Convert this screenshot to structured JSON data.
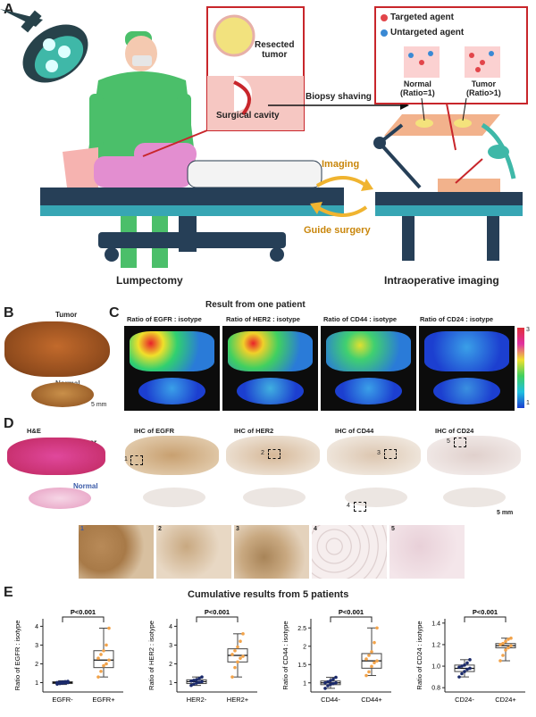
{
  "panelA": {
    "letter": "A",
    "resected_tumor": "Resected\ntumor",
    "surgical_cavity": "Surgical cavity",
    "biopsy_shaving": "Biopsy shaving",
    "targeted_agent": "Targeted agent",
    "untargeted_agent": "Untargeted agent",
    "normal_ratio": "Normal\n(Ratio=1)",
    "tumor_ratio": "Tumor\n(Ratio>1)",
    "imaging": "Imaging",
    "guide_surgery": "Guide surgery",
    "lumpectomy": "Lumpectomy",
    "intraoperative": "Intraoperative imaging"
  },
  "panelB": {
    "letter": "B",
    "tumor": "Tumor",
    "normal": "Normal",
    "scale": "5 mm"
  },
  "panelC": {
    "letter": "C",
    "title": "Result from one patient",
    "columns": [
      "Ratio of EGFR : isotype",
      "Ratio of HER2 : isotype",
      "Ratio of CD44 : isotype",
      "Ratio of CD24 : isotype"
    ],
    "colorbar_top": "3",
    "colorbar_bottom": "1"
  },
  "panelD": {
    "letter": "D",
    "columns": [
      "H&E",
      "IHC of EGFR",
      "IHC of HER2",
      "IHC of CD44",
      "IHC of CD24"
    ],
    "tumor": "Tumor",
    "normal": "Normal",
    "scale": "5 mm",
    "roi": [
      "1",
      "2",
      "3",
      "4",
      "5"
    ]
  },
  "panelE": {
    "letter": "E",
    "title": "Cumulative results from 5 patients",
    "colors": {
      "negative": "#1b2a6b",
      "positive": "#f2a34a",
      "box": "#444444"
    }
  },
  "chart_data": [
    {
      "type": "box",
      "ylabel": "Ratio of EGFR : isotype",
      "categories": [
        "EGFR-",
        "EGFR+"
      ],
      "yticks": [
        "1",
        "2",
        "3",
        "4"
      ],
      "ylim": [
        0.5,
        4.4
      ],
      "pvalue": "P<0.001",
      "boxes": [
        {
          "name": "EGFR-",
          "min": 0.9,
          "q1": 0.95,
          "median": 1.0,
          "q3": 1.05,
          "max": 1.1,
          "points": [
            0.92,
            0.95,
            0.97,
            0.99,
            1.0,
            1.0,
            1.02,
            1.03,
            1.05,
            1.07
          ]
        },
        {
          "name": "EGFR+",
          "min": 1.3,
          "q1": 1.8,
          "median": 2.2,
          "q3": 2.7,
          "max": 3.9,
          "points": [
            1.3,
            1.6,
            1.9,
            2.0,
            2.2,
            2.3,
            2.5,
            2.7,
            3.0,
            3.9
          ]
        }
      ]
    },
    {
      "type": "box",
      "ylabel": "Ratio of HER2 : isotype",
      "categories": [
        "HER2-",
        "HER2+"
      ],
      "yticks": [
        "1",
        "2",
        "3",
        "4"
      ],
      "ylim": [
        0.5,
        4.4
      ],
      "pvalue": "P<0.001",
      "boxes": [
        {
          "name": "HER2-",
          "min": 0.85,
          "q1": 0.95,
          "median": 1.05,
          "q3": 1.15,
          "max": 1.3,
          "points": [
            0.85,
            0.92,
            0.98,
            1.02,
            1.05,
            1.08,
            1.12,
            1.15,
            1.22,
            1.3
          ]
        },
        {
          "name": "HER2+",
          "min": 1.3,
          "q1": 2.1,
          "median": 2.45,
          "q3": 2.8,
          "max": 3.6,
          "points": [
            1.3,
            1.8,
            2.1,
            2.3,
            2.4,
            2.5,
            2.7,
            2.9,
            3.2,
            3.6
          ]
        }
      ]
    },
    {
      "type": "box",
      "ylabel": "Ratio of CD44 : isotype",
      "categories": [
        "CD44-",
        "CD44+"
      ],
      "yticks": [
        "1",
        "1.5",
        "2",
        "2.5"
      ],
      "ylim": [
        0.75,
        2.75
      ],
      "pvalue": "P<0.001",
      "boxes": [
        {
          "name": "CD44-",
          "min": 0.85,
          "q1": 0.95,
          "median": 1.0,
          "q3": 1.05,
          "max": 1.15,
          "points": [
            0.85,
            0.92,
            0.96,
            0.98,
            1.0,
            1.0,
            1.03,
            1.06,
            1.1,
            1.15
          ]
        },
        {
          "name": "CD44+",
          "min": 1.2,
          "q1": 1.4,
          "median": 1.6,
          "q3": 1.8,
          "max": 2.5,
          "points": [
            1.2,
            1.3,
            1.45,
            1.55,
            1.6,
            1.65,
            1.75,
            1.85,
            2.1,
            2.5
          ]
        }
      ]
    },
    {
      "type": "box",
      "ylabel": "Ratio of CD24 : isotype",
      "categories": [
        "CD24-",
        "CD24+"
      ],
      "yticks": [
        "0.8",
        "1.0",
        "1.2",
        "1.4"
      ],
      "ylim": [
        0.76,
        1.44
      ],
      "pvalue": "P<0.001",
      "boxes": [
        {
          "name": "CD24-",
          "min": 0.9,
          "q1": 0.95,
          "median": 0.98,
          "q3": 1.01,
          "max": 1.06,
          "points": [
            0.9,
            0.93,
            0.95,
            0.97,
            0.98,
            0.99,
            1.0,
            1.01,
            1.03,
            1.06
          ]
        },
        {
          "name": "CD24+",
          "min": 1.05,
          "q1": 1.17,
          "median": 1.19,
          "q3": 1.21,
          "max": 1.26,
          "points": [
            1.05,
            1.1,
            1.15,
            1.17,
            1.19,
            1.2,
            1.21,
            1.23,
            1.25,
            1.26
          ]
        }
      ]
    }
  ]
}
